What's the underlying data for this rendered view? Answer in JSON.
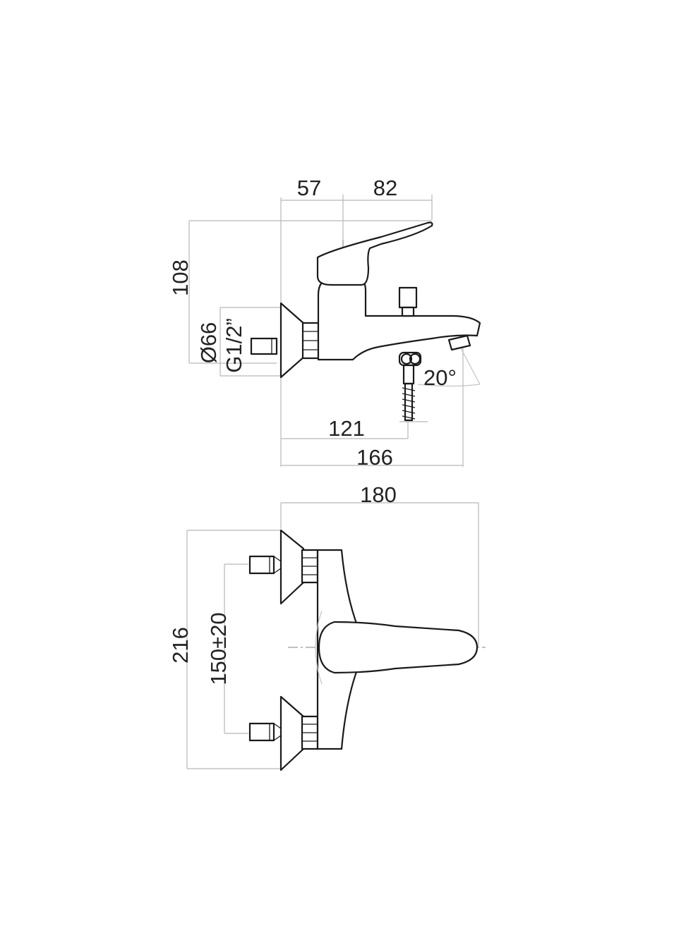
{
  "dimensions": {
    "depth_to_axis": "57",
    "axis_to_spout": "82",
    "height": "108",
    "flange_diameter": "Ø66",
    "thread_size": "G1/2”",
    "spout_angle": "20°",
    "diverter_offset": "121",
    "total_depth": "166",
    "overall_width": "180",
    "overall_height": "216",
    "inlet_spacing": "150±20"
  }
}
